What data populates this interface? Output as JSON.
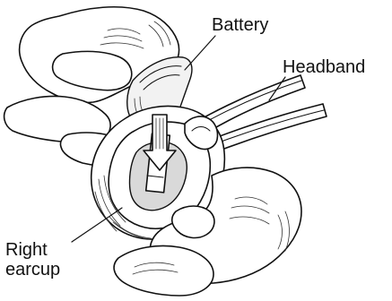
{
  "labels": {
    "battery": "Battery",
    "headband": "Headband",
    "right_earcup": "Right earcup"
  },
  "colors": {
    "line": "#111111",
    "shade": "#d9d9d9",
    "background": "#ffffff"
  }
}
